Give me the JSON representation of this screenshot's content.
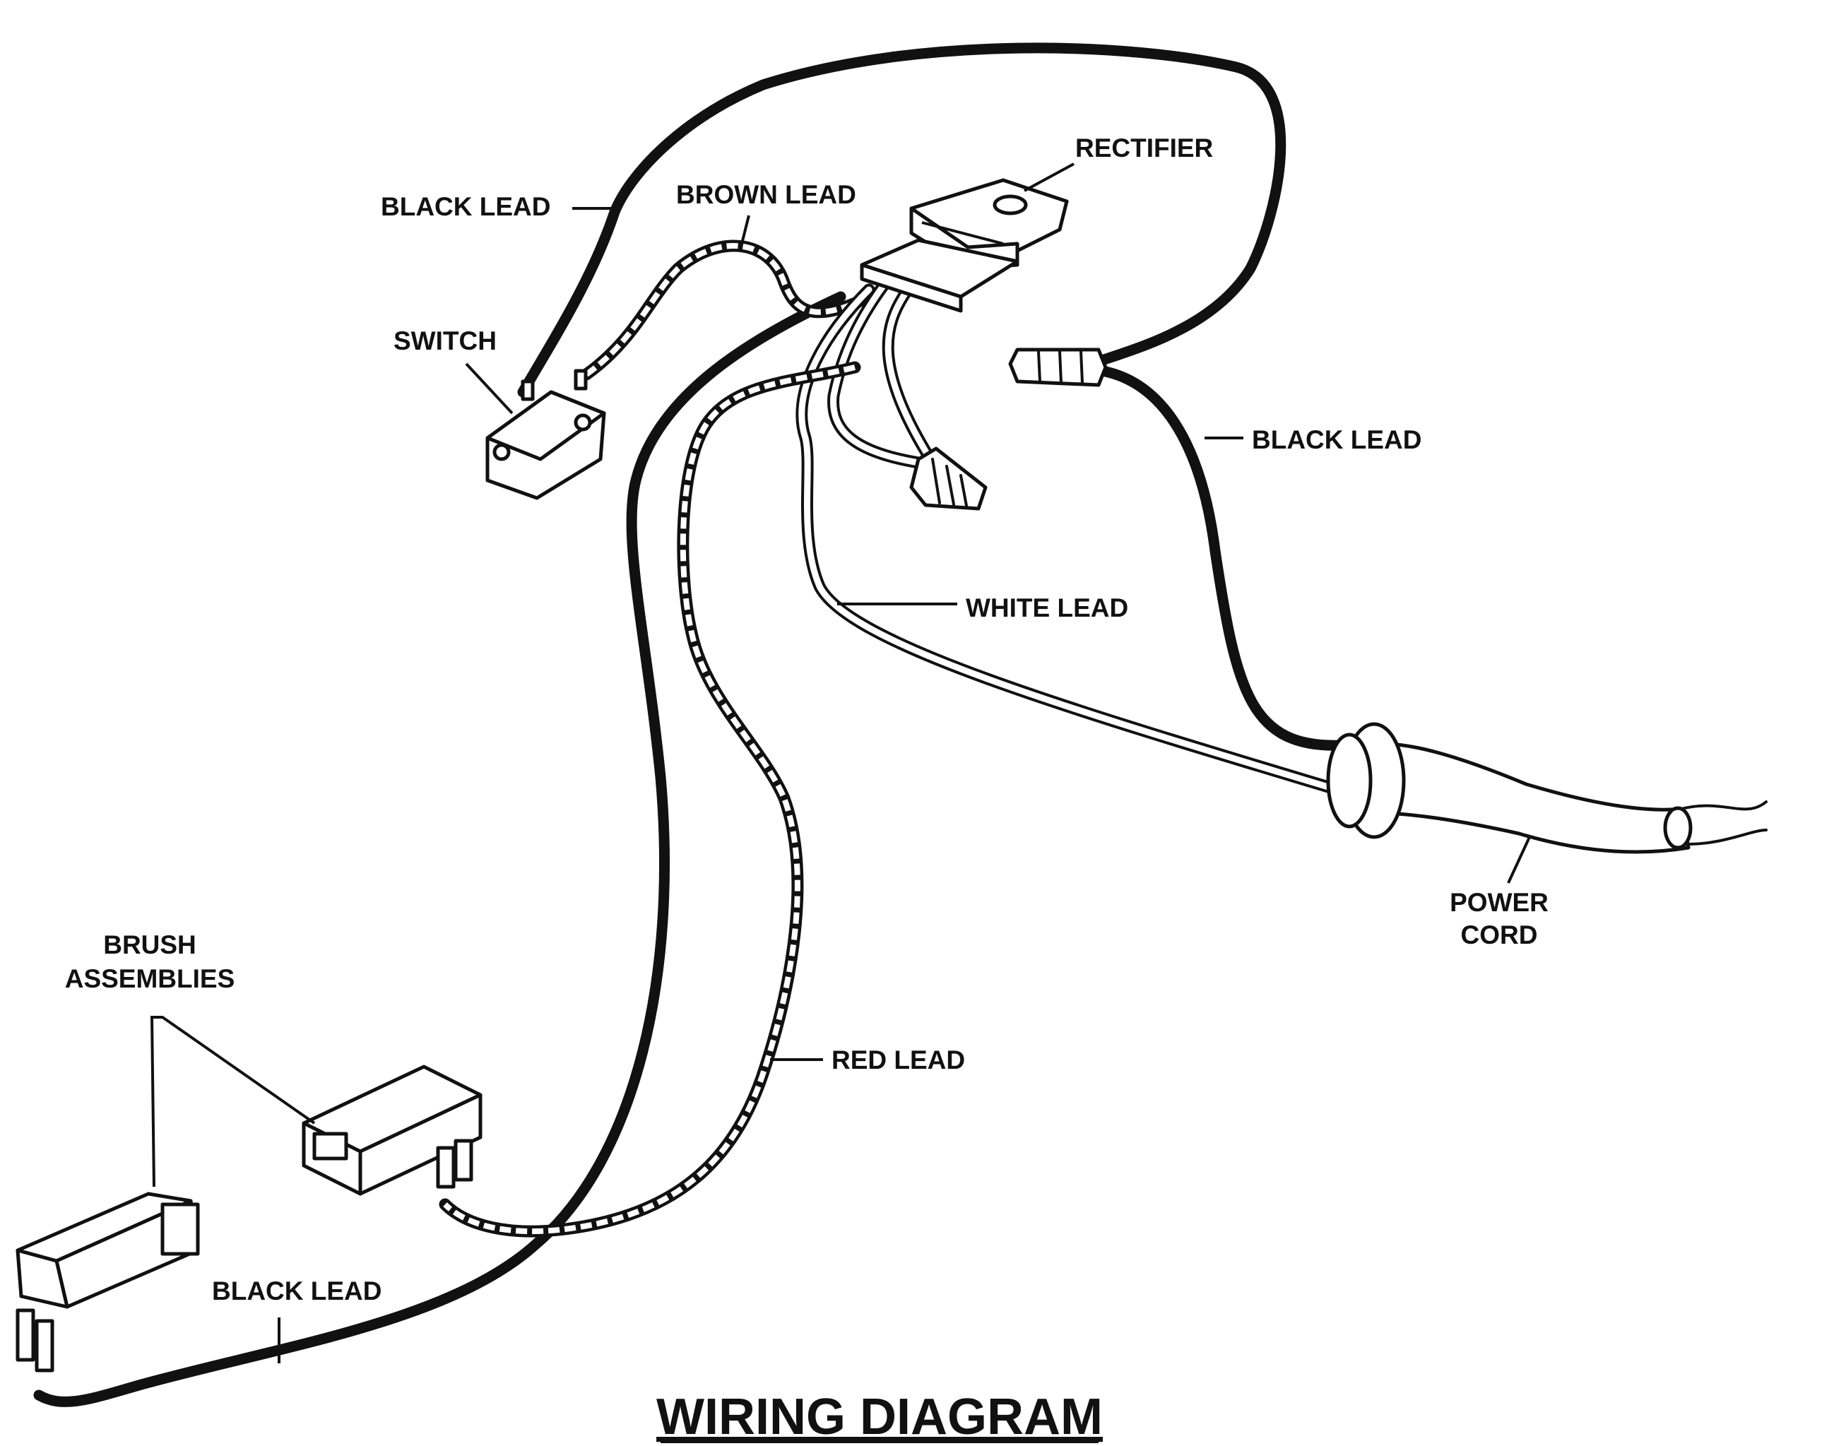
{
  "title": "WIRING DIAGRAM",
  "labels": {
    "rectifier": "RECTIFIER",
    "brown_lead": "BROWN LEAD",
    "black_lead_top": "BLACK LEAD",
    "switch": "SWITCH",
    "black_lead_right": "BLACK LEAD",
    "white_lead": "WHITE LEAD",
    "power_cord_line1": "POWER",
    "power_cord_line2": "CORD",
    "brush_line1": "BRUSH",
    "brush_line2": "ASSEMBLIES",
    "red_lead": "RED LEAD",
    "black_lead_bottom": "BLACK LEAD"
  }
}
